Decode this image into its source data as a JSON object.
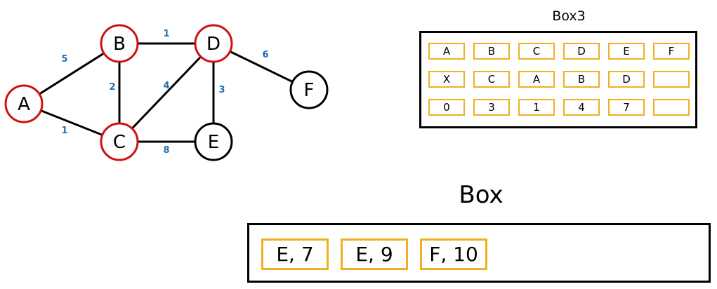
{
  "graph": {
    "nodes": [
      {
        "id": "A",
        "label": "A",
        "visited": true
      },
      {
        "id": "B",
        "label": "B",
        "visited": true
      },
      {
        "id": "C",
        "label": "C",
        "visited": true
      },
      {
        "id": "D",
        "label": "D",
        "visited": true
      },
      {
        "id": "E",
        "label": "E",
        "visited": false
      },
      {
        "id": "F",
        "label": "F",
        "visited": false
      }
    ],
    "edges": [
      {
        "from": "A",
        "to": "B",
        "weight": "5"
      },
      {
        "from": "A",
        "to": "C",
        "weight": "1"
      },
      {
        "from": "B",
        "to": "D",
        "weight": "1"
      },
      {
        "from": "B",
        "to": "C",
        "weight": "2"
      },
      {
        "from": "C",
        "to": "D",
        "weight": "4"
      },
      {
        "from": "D",
        "to": "E",
        "weight": "3"
      },
      {
        "from": "D",
        "to": "F",
        "weight": "6"
      },
      {
        "from": "C",
        "to": "E",
        "weight": "8"
      }
    ],
    "colors": {
      "visited": "#d01010",
      "unvisited": "#000000",
      "weight": "#1f6fb5"
    }
  },
  "box3": {
    "title": "Box3",
    "rows": [
      [
        "A",
        "B",
        "C",
        "D",
        "E",
        "F"
      ],
      [
        "X",
        "C",
        "A",
        "B",
        "D",
        ""
      ],
      [
        "0",
        "3",
        "1",
        "4",
        "7",
        ""
      ]
    ]
  },
  "box": {
    "title": "Box",
    "items": [
      "E, 7",
      "E, 9",
      "F, 10"
    ]
  },
  "colors": {
    "cell_border": "#f0b020"
  }
}
